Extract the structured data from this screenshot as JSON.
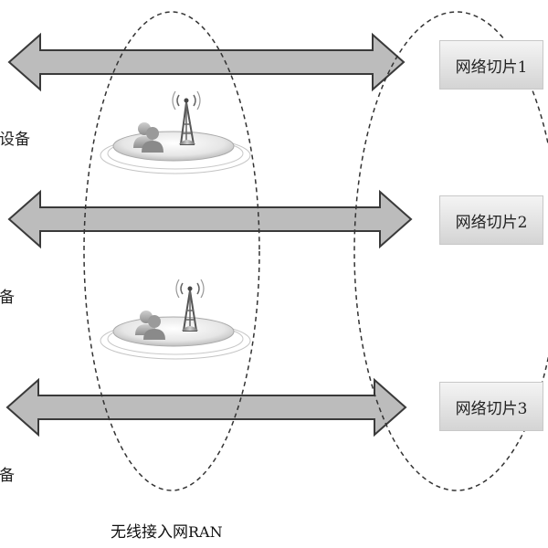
{
  "slices": [
    {
      "label": "网络切片1"
    },
    {
      "label": "网络切片2"
    },
    {
      "label": "网络切片3"
    }
  ],
  "devices": [
    {
      "label": "设备"
    },
    {
      "label": "备"
    },
    {
      "label": "备"
    }
  ],
  "ran": {
    "label": "无线接入网",
    "suffix": "RAN"
  },
  "colors": {
    "arrow_fill": "#bcbcbc",
    "arrow_stroke": "#3a3a3a",
    "slice_box_top": "#f4f4f4",
    "slice_box_bottom": "#d4d4d4",
    "ellipse_stroke": "#333333"
  },
  "icons": [
    "users-icon",
    "antenna-tower-icon"
  ]
}
